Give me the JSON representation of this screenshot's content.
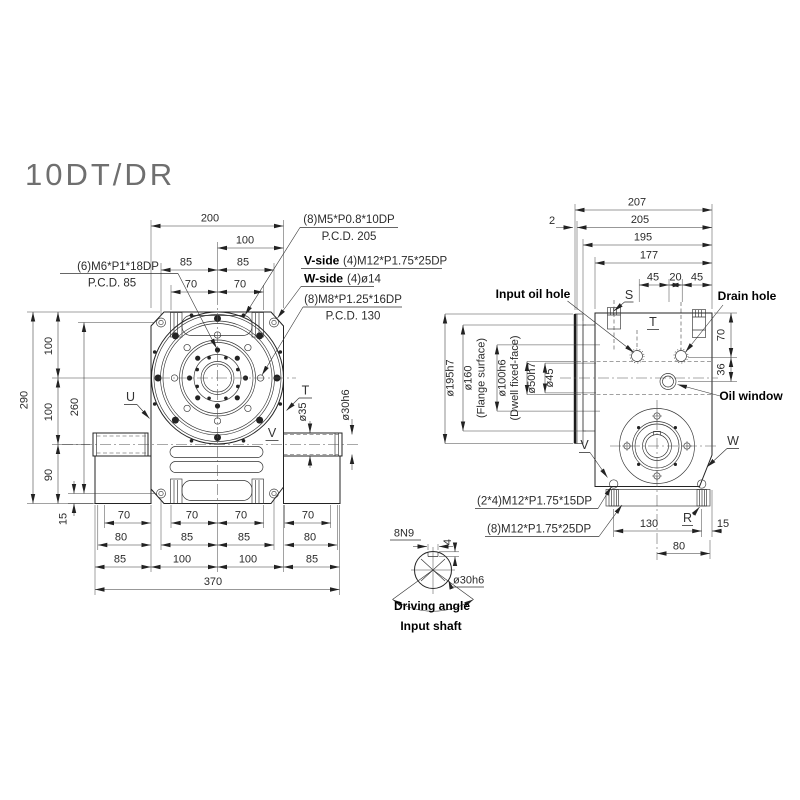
{
  "title": "10DT/DR",
  "front": {
    "d200": "200",
    "d100": "100",
    "d85l": "85",
    "d85r": "85",
    "d70l": "70",
    "d70r": "70",
    "d290": "290",
    "d100a": "100",
    "d100b": "100",
    "d90": "90",
    "d260": "260",
    "d15": "15",
    "b70_1": "70",
    "b70_2": "70",
    "b70_3": "70",
    "b70_4": "70",
    "b80_1": "80",
    "b85_1": "85",
    "b85_2": "85",
    "b80_2": "80",
    "b85_3": "85",
    "b100_1": "100",
    "b100_2": "100",
    "b85_4": "85",
    "b370": "370",
    "d35": "ø35",
    "d30h6": "ø30h6",
    "u": "U",
    "t": "T",
    "v": "V"
  },
  "callouts": {
    "m5_line1": "(8)M5*P0.8*10DP",
    "m5_line2": "P.C.D. 205",
    "vside_prefix": "V-side",
    "vside_spec": "(4)M12*P1.75*25DP",
    "wside_prefix": "W-side",
    "wside_spec": "(4)ø14",
    "m8_line1": "(8)M8*P1.25*16DP",
    "m8_line2": "P.C.D. 130",
    "m6_line1": "(6)M6*P1*18DP",
    "m6_line2": "P.C.D. 85",
    "m12_v": "(2*4)M12*P1.75*15DP",
    "m12_8": "(8)M12*P1.75*25DP"
  },
  "side": {
    "d207": "207",
    "d205": "205",
    "d195": "195",
    "d177": "177",
    "d2": "2",
    "d45a": "45",
    "d20": "20",
    "d45b": "45",
    "d70": "70",
    "d36": "36",
    "d130": "130",
    "d15": "15",
    "d80": "80",
    "d195h7": "ø195h7",
    "d160": "ø160",
    "d160n": "(Flange surface)",
    "d100h6": "ø100h6",
    "d100n": "(Dwell fixed-face)",
    "d50h7": "ø50h7",
    "d45": "ø45",
    "s": "S",
    "t": "T",
    "v": "V",
    "w": "W",
    "r": "R",
    "input_oil_hole": "Input oil hole",
    "drain_hole": "Drain hole",
    "oil_window": "Oil window"
  },
  "detail": {
    "d8n9": "8N9",
    "d4": "4",
    "d30h6": "ø30h6",
    "angle": "Driving angle",
    "name": "Input shaft"
  }
}
